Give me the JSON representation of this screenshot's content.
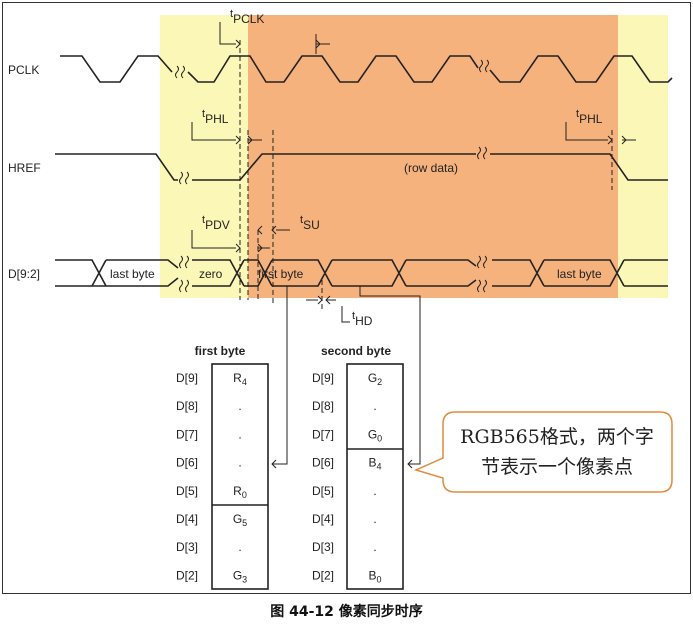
{
  "signals": {
    "pclk": "PCLK",
    "href": "HREF",
    "data": "D[9:2]"
  },
  "timing": {
    "tpclk": {
      "t": "t",
      "sub": "PCLK"
    },
    "tphl": {
      "t": "t",
      "sub": "PHL"
    },
    "tpdv": {
      "t": "t",
      "sub": "PDV"
    },
    "tsu": {
      "t": "t",
      "sub": "SU"
    },
    "thd": {
      "t": "t",
      "sub": "HD"
    }
  },
  "href_label": "(row data)",
  "data_cells": {
    "last_byte_1": "last byte",
    "zero": "zero",
    "first_byte": "first byte",
    "last_byte_2": "last byte"
  },
  "tables": {
    "first": {
      "title": "first byte",
      "rows": [
        {
          "pin": "D[9]",
          "val": "R",
          "sub": "4"
        },
        {
          "pin": "D[8]",
          "val": ".",
          "sub": ""
        },
        {
          "pin": "D[7]",
          "val": ".",
          "sub": ""
        },
        {
          "pin": "D[6]",
          "val": ".",
          "sub": ""
        },
        {
          "pin": "D[5]",
          "val": "R",
          "sub": "0"
        },
        {
          "pin": "D[4]",
          "val": "G",
          "sub": "5"
        },
        {
          "pin": "D[3]",
          "val": ".",
          "sub": ""
        },
        {
          "pin": "D[2]",
          "val": "G",
          "sub": "3"
        }
      ]
    },
    "second": {
      "title": "second byte",
      "rows": [
        {
          "pin": "D[9]",
          "val": "G",
          "sub": "2"
        },
        {
          "pin": "D[8]",
          "val": ".",
          "sub": ""
        },
        {
          "pin": "D[7]",
          "val": "G",
          "sub": "0"
        },
        {
          "pin": "D[6]",
          "val": "B",
          "sub": "4"
        },
        {
          "pin": "D[5]",
          "val": ".",
          "sub": ""
        },
        {
          "pin": "D[4]",
          "val": ".",
          "sub": ""
        },
        {
          "pin": "D[3]",
          "val": ".",
          "sub": ""
        },
        {
          "pin": "D[2]",
          "val": "B",
          "sub": "0"
        }
      ]
    }
  },
  "callout": {
    "line1": "RGB565格式，两个字",
    "line2": "节表示一个像素点"
  },
  "caption": "图 44-12 像素同步时序",
  "colors": {
    "yellow_band": "#fbf7b6",
    "orange_band": "#f6b27c",
    "callout_border": "#e08b3c"
  }
}
